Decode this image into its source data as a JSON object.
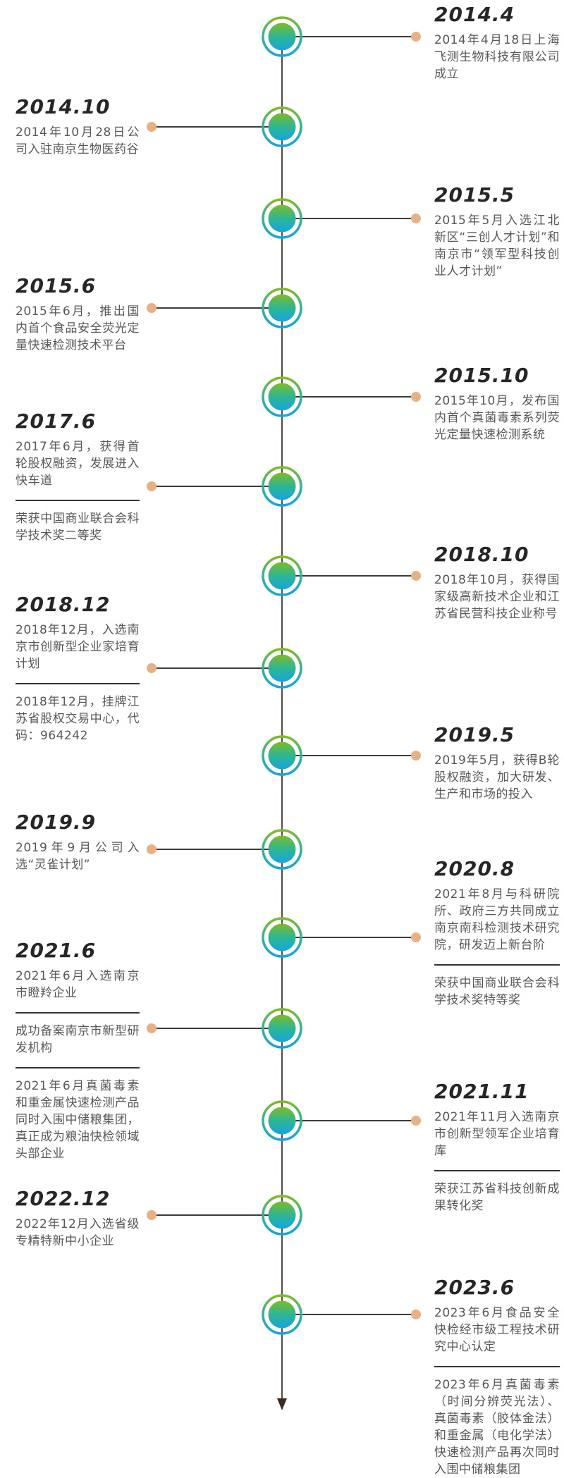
{
  "timeline": {
    "entries": [
      {
        "side": "right",
        "date": "2014.4",
        "paragraphs": [
          "2014年4月18日上海飞测生物科技有限公司成立"
        ]
      },
      {
        "side": "left",
        "date": "2014.10",
        "paragraphs": [
          "2014年10月28日公司入驻南京生物医药谷"
        ]
      },
      {
        "side": "right",
        "date": "2015.5",
        "paragraphs": [
          "2015年5月入选江北新区“三创人才计划”和南京市“领军型科技创业人才计划”"
        ]
      },
      {
        "side": "left",
        "date": "2015.6",
        "paragraphs": [
          "2015年6月，推出国内首个食品安全荧光定量快速检测技术平台"
        ]
      },
      {
        "side": "right",
        "date": "2015.10",
        "paragraphs": [
          "2015年10月，发布国内首个真菌毒素系列荧光定量快速检测系统"
        ]
      },
      {
        "side": "left",
        "date": "2017.6",
        "paragraphs": [
          "2017年6月，获得首轮股权融资，发展进入快车道",
          "荣获中国商业联合会科学技术奖二等奖"
        ]
      },
      {
        "side": "right",
        "date": "2018.10",
        "paragraphs": [
          "2018年10月，获得国家级高新技术企业和江苏省民营科技企业称号"
        ]
      },
      {
        "side": "left",
        "date": "2018.12",
        "paragraphs": [
          "2018年12月，入选南京市创新型企业家培育计划",
          "2018年12月，挂牌江苏省股权交易中心，代码：964242"
        ]
      },
      {
        "side": "right",
        "date": "2019.5",
        "paragraphs": [
          "2019年5月，获得B轮股权融资，加大研发、生产和市场的投入"
        ]
      },
      {
        "side": "left",
        "date": "2019.9",
        "paragraphs": [
          "2019年9月公司入选“灵雀计划”"
        ]
      },
      {
        "side": "right",
        "date": "2020.8",
        "paragraphs": [
          "2021年8月与科研院所、政府三方共同成立南京南科检测技术研究院，研发迈上新台阶",
          "荣获中国商业联合会科学技术奖特等奖"
        ]
      },
      {
        "side": "left",
        "date": "2021.6",
        "paragraphs": [
          "2021年6月入选南京市瞪羚企业",
          "成功备案南京市新型研发机构",
          "2021年6月真菌毒素和重金属快速检测产品同时入围中储粮集团，真正成为粮油快检领域头部企业"
        ]
      },
      {
        "side": "right",
        "date": "2021.11",
        "paragraphs": [
          "2021年11月入选南京市创新型领军企业培育库",
          "荣获江苏省科技创新成果转化奖"
        ]
      },
      {
        "side": "left",
        "date": "2022.12",
        "paragraphs": [
          "2022年12月入选省级专精特新中小企业"
        ]
      },
      {
        "side": "right",
        "date": "2023.6",
        "paragraphs": [
          "2023年6月食品安全快检经市级工程技术研究中心认定",
          "2023年6月真菌毒素（时间分辨荧光法）、真菌毒素（胶体金法）和重金属（电化学法）快速检测产品再次同时入围中储粮集团"
        ]
      }
    ]
  },
  "colors": {
    "node_gradient_top_green": "#7dbc24",
    "node_gradient_mid_teal": "#2eb694",
    "node_gradient_bottom_blue": "#15a5de",
    "connector_dot": "#e8b183",
    "axis_line": "#5a4a3e",
    "axis_arrow": "#3b2c23",
    "connector_line": "#3c3c3c",
    "heading_text": "#262626",
    "body_text": "#595757",
    "divider": "#343434"
  }
}
